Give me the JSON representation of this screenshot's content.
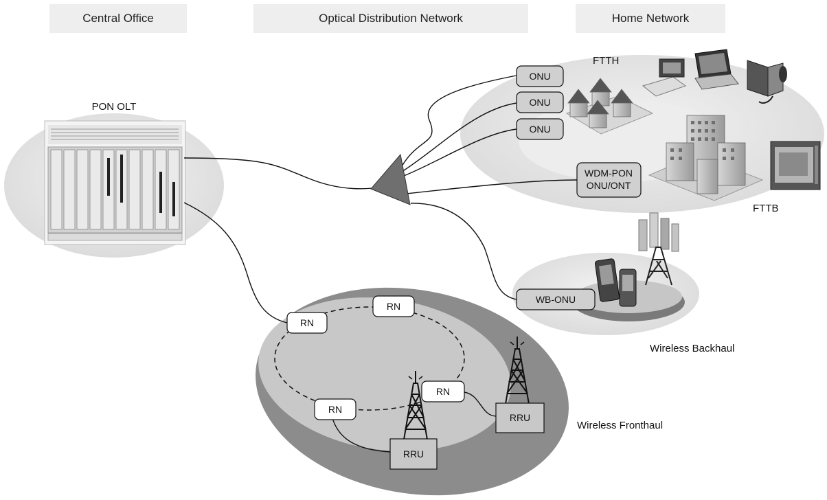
{
  "headers": {
    "central_office": "Central Office",
    "odn": "Optical Distribution Network",
    "home_network": "Home Network"
  },
  "labels": {
    "olt": "PON OLT",
    "ftth": "FTTH",
    "fttb": "FTTB",
    "wireless_backhaul": "Wireless Backhaul",
    "wireless_fronthaul": "Wireless Fronthaul"
  },
  "nodes": {
    "onu1": "ONU",
    "onu2": "ONU",
    "onu3": "ONU",
    "wdm_line1": "WDM-PON",
    "wdm_line2": "ONU/ONT",
    "wb_onu": "WB-ONU",
    "rn_left": "RN",
    "rn_top": "RN",
    "rn_bottom": "RN",
    "rn_right": "RN",
    "rru_left": "RRU",
    "rru_right": "RRU"
  },
  "colors": {
    "ellipse_light": "#e4e4e4",
    "ellipse_mid": "#c8c8c8",
    "ellipse_dark": "#8c8c8c",
    "splitter": "#6f6f6f",
    "onu_fill": "#d0d0d0",
    "line": "#111111"
  }
}
